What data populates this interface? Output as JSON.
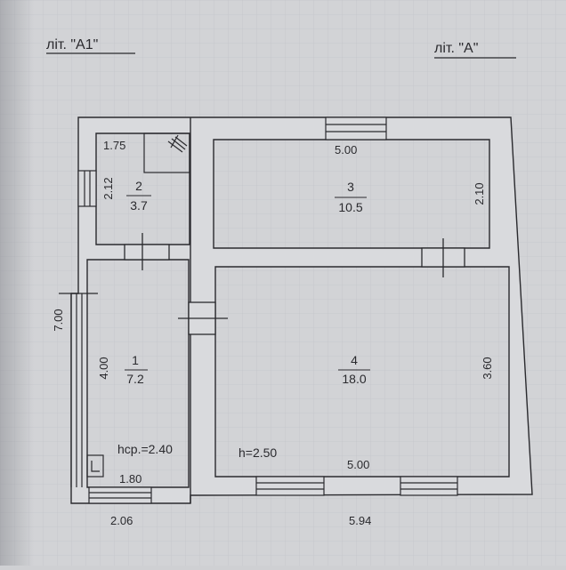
{
  "headers": {
    "left": "літ.  \"А1\"",
    "right": "літ.  \"А\""
  },
  "rooms": [
    {
      "number": "1",
      "area": "7.2"
    },
    {
      "number": "2",
      "area": "3.7"
    },
    {
      "number": "3",
      "area": "10.5"
    },
    {
      "number": "4",
      "area": "18.0"
    }
  ],
  "dimensions": {
    "room2_width": "1.75",
    "room2_height": "2.12",
    "room3_width": "5.00",
    "room3_height": "2.10",
    "room1_height": "4.00",
    "room1_width": "1.80",
    "room4_height": "3.60",
    "room4_width": "5.00",
    "overall_height": "7.00",
    "a1_width": "2.06",
    "a_width": "5.94"
  },
  "heights": {
    "a1": "hср.=2.40",
    "a": "h=2.50"
  },
  "colors": {
    "paper": "#d2d3d6",
    "grid": "#c3c5ca",
    "ink": "#2a2a2e",
    "wall_fill": "#d9dadd"
  },
  "icons": [
    "stair-icon",
    "stove-icon"
  ]
}
